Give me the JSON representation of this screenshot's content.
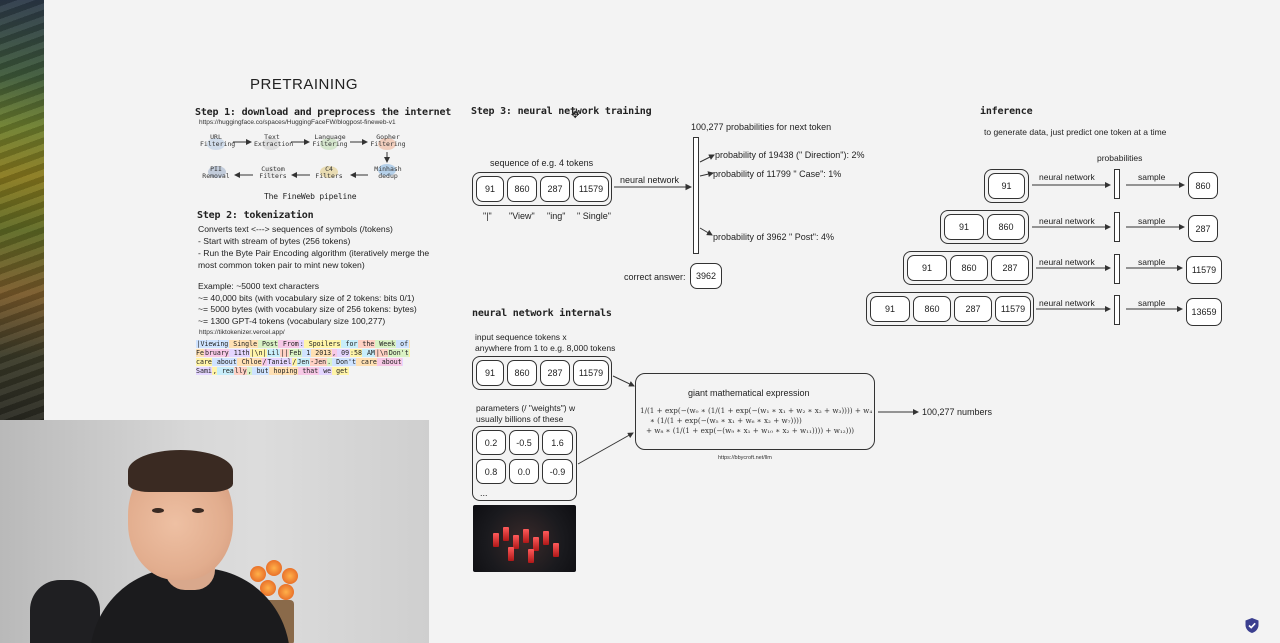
{
  "slide": {
    "title": "PRETRAINING",
    "step1": {
      "heading": "Step 1: download and preprocess the internet",
      "url": "https://huggingface.co/spaces/HuggingFaceFW/blogpost-fineweb-v1",
      "pipeline": {
        "nodes_top": [
          "URL\nFiltering",
          "Text\nExtraction",
          "Language\nFiltering",
          "Gopher\nFiltering"
        ],
        "nodes_bottom": [
          "PII\nRemoval",
          "Custom\nFilters",
          "C4\nFilters",
          "Minhash\ndedup"
        ],
        "caption": "The FineWeb pipeline"
      }
    },
    "step2": {
      "heading": "Step 2: tokenization",
      "lines": [
        "Converts text <---> sequences of symbols (/tokens)",
        "- Start with stream of bytes (256 tokens)",
        "- Run the Byte Pair Encoding algorithm (iteratively merge the",
        "most common token pair to mint new token)"
      ],
      "example_lines": [
        "Example: ~5000 text characters",
        "~= 40,000 bits (with vocabulary size of 2 tokens: bits 0/1)",
        "~= 5000 bytes (with vocabulary size of 256 tokens: bytes)",
        "~= 1300 GPT-4 tokens (vocabulary size 100,277)"
      ],
      "tokenizer_url": "https://tiktokenizer.vercel.app/",
      "tokenized_segments": [
        {
          "t": "|Viewing",
          "c": "#cfe3ff"
        },
        {
          "t": " Single",
          "c": "#ffe0b3"
        },
        {
          "t": " Post",
          "c": "#d9f2c4"
        },
        {
          "t": " From",
          "c": "#f7c8e6"
        },
        {
          "t": ":",
          "c": "#e4d6ff"
        },
        {
          "t": " Spoilers",
          "c": "#fff4a8"
        },
        {
          "t": " for",
          "c": "#c8eefa"
        },
        {
          "t": " the",
          "c": "#ffd1c4"
        },
        {
          "t": " Week",
          "c": "#d9f2c4"
        },
        {
          "t": " of",
          "c": "#cfe3ff"
        },
        {
          "t": " Fe",
          "c": "#ffe0b3"
        },
        {
          "t": "bruary",
          "c": "#f7c8e6"
        },
        {
          "t": " 11th",
          "c": "#e4d6ff"
        },
        {
          "t": "|\\n|",
          "c": "#fff4a8"
        },
        {
          "t": "Lil",
          "c": "#c8eefa"
        },
        {
          "t": "||",
          "c": "#ffd1c4"
        },
        {
          "t": "Feb",
          "c": "#d9f2c4"
        },
        {
          "t": " 1",
          "c": "#cfe3ff"
        },
        {
          "t": " 2013",
          "c": "#ffe0b3"
        },
        {
          "t": ",",
          "c": "#f7c8e6"
        },
        {
          "t": " 09",
          "c": "#e4d6ff"
        },
        {
          "t": ":58",
          "c": "#fff4a8"
        },
        {
          "t": " AM",
          "c": "#c8eefa"
        },
        {
          "t": "|\\n",
          "c": "#ffd1c4"
        },
        {
          "t": "Don't",
          "c": "#d9f2c4"
        },
        {
          "t": " care",
          "c": "#fff4a8"
        },
        {
          "t": " about",
          "c": "#cfe3ff"
        },
        {
          "t": " Chloe",
          "c": "#ffe0b3"
        },
        {
          "t": "/",
          "c": "#f7c8e6"
        },
        {
          "t": "Taniel",
          "c": "#e4d6ff"
        },
        {
          "t": "/",
          "c": "#fff4a8"
        },
        {
          "t": "Jen",
          "c": "#c8eefa"
        },
        {
          "t": "-Jen",
          "c": "#ffd1c4"
        },
        {
          "t": ".",
          "c": "#d9f2c4"
        },
        {
          "t": " Don't",
          "c": "#cfe3ff"
        },
        {
          "t": " care",
          "c": "#ffe0b3"
        },
        {
          "t": " about",
          "c": "#f7c8e6"
        },
        {
          "t": " Sami",
          "c": "#e4d6ff"
        },
        {
          "t": ",",
          "c": "#fff4a8"
        },
        {
          "t": " rea",
          "c": "#c8eefa"
        },
        {
          "t": "lly",
          "c": "#ffd1c4"
        },
        {
          "t": ",",
          "c": "#d9f2c4"
        },
        {
          "t": " but",
          "c": "#cfe3ff"
        },
        {
          "t": " hoping",
          "c": "#ffe0b3"
        },
        {
          "t": " that",
          "c": "#f7c8e6"
        },
        {
          "t": " we",
          "c": "#e4d6ff"
        },
        {
          "t": " get",
          "c": "#fff4a8"
        }
      ]
    },
    "step3": {
      "heading": "Step 3: neural network training",
      "seq_label": "sequence of e.g. 4 tokens",
      "tokens": [
        "91",
        "860",
        "287",
        "11579"
      ],
      "token_strings": [
        "\"|\"",
        "\"View\"",
        "\"ing\"",
        "\" Single\""
      ],
      "nn_label": "neural network",
      "probs_title": "100,277 probabilities for next token",
      "probs": [
        "probability of 19438 (\" Direction\"): 2%",
        "probability of 11799 \" Case\": 1%",
        "probability of 3962 \" Post\": 4%"
      ],
      "correct_label": "correct answer:",
      "correct_value": "3962"
    },
    "inference": {
      "heading": "inference",
      "subtitle": "to generate data, just predict one token at a time",
      "probs_label": "probabilities",
      "nn_label": "neural network",
      "sample_label": "sample",
      "rows": [
        {
          "inputs": [
            "91"
          ],
          "output": "860"
        },
        {
          "inputs": [
            "91",
            "860"
          ],
          "output": "287"
        },
        {
          "inputs": [
            "91",
            "860",
            "287"
          ],
          "output": "11579"
        },
        {
          "inputs": [
            "91",
            "860",
            "287",
            "11579"
          ],
          "output": "13659"
        }
      ]
    },
    "internals": {
      "heading": "neural network internals",
      "input_label_1": "input sequence tokens x",
      "input_label_2": "anywhere from 1 to e.g. 8,000 tokens",
      "tokens": [
        "91",
        "860",
        "287",
        "11579"
      ],
      "params_label_1": "parameters (/ \"weights\") w",
      "params_label_2": "usually billions of these",
      "weights": [
        "0.2",
        "-0.5",
        "1.6",
        "0.8",
        "0.0",
        "-0.9"
      ],
      "weights_more": "...",
      "expr_title": "giant mathematical expression",
      "expr_lines": [
        "1/(1 + exp(−(w₀ ∗ (1/(1 + exp(−(w₁ ∗ x₁ + w₂ ∗ x₂ + w₃)))) + w₄",
        "∗ (1/(1 + exp(−(w₅ ∗ x₁ + w₆ ∗ x₂ + w₇))))",
        "+ w₈ ∗ (1/(1 + exp(−(w₉ ∗ x₁ + w₁₀ ∗ x₂ + w₁₁)))) + w₁₂)))"
      ],
      "expr_url": "https://bbycroft.net/llm",
      "output_label": "100,277 numbers"
    }
  }
}
